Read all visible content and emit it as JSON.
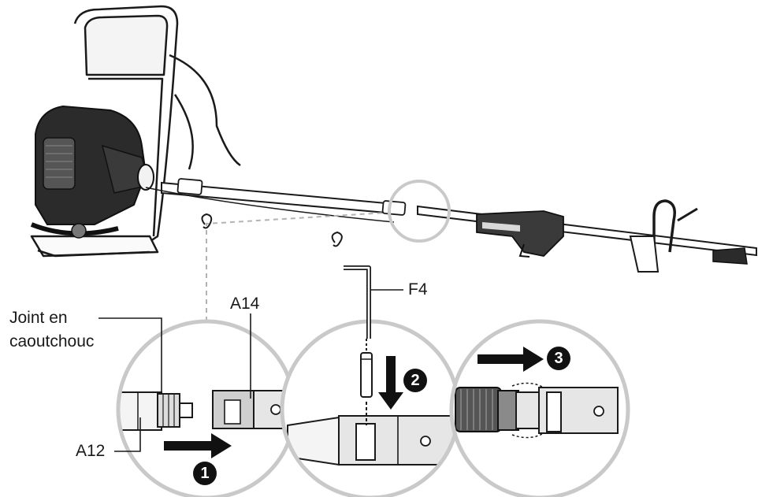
{
  "labels": {
    "rubber_seal_line1": "Joint en",
    "rubber_seal_line2": "caoutchouc",
    "a12": "A12",
    "a14": "A14",
    "f4": "F4"
  },
  "steps": [
    "1",
    "2",
    "3"
  ],
  "colors": {
    "ink": "#1a1a1a",
    "circle_gray": "#c9c9c9",
    "dashed": "#b3b3b3",
    "dark_part": "#2b2b2b"
  }
}
